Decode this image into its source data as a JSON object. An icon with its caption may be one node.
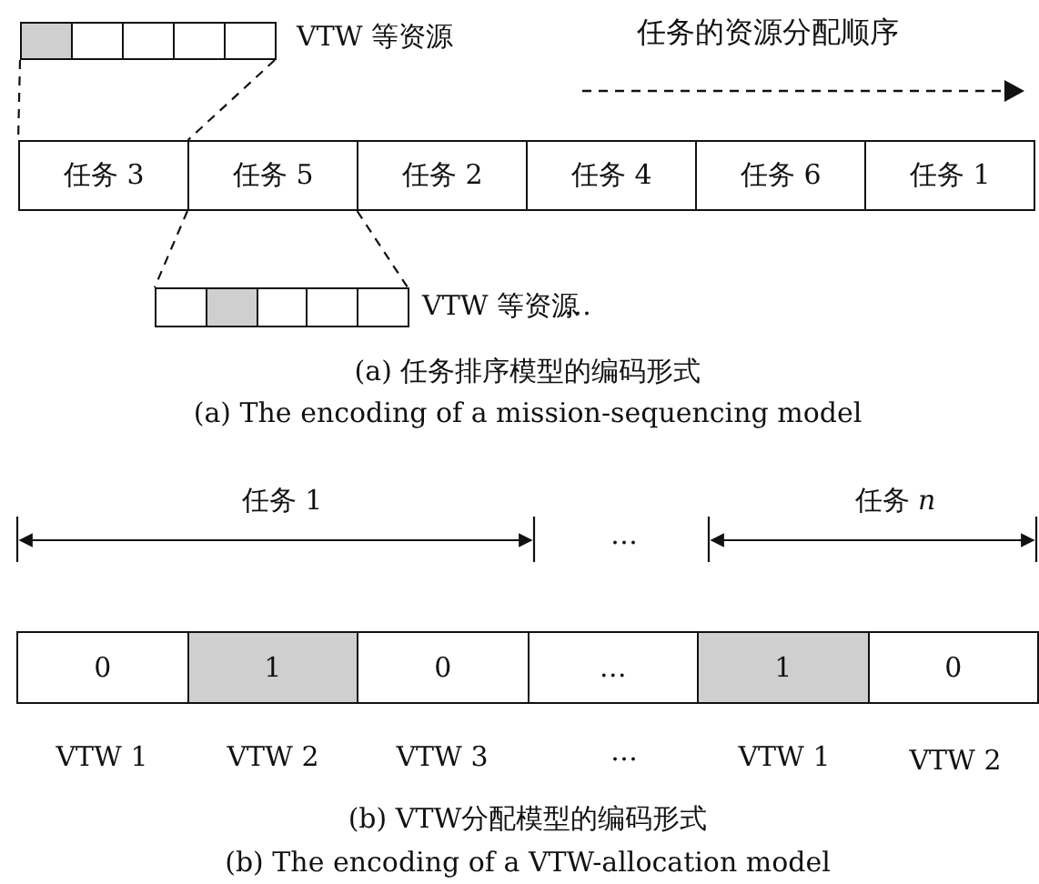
{
  "diagram": {
    "nodes": [
      {
        "text": [],
        "shape": "bar",
        "beside": [
          "VTW 等资源"
        ]
      },
      {
        "text": [
          "任务 3"
        ]
      },
      {
        "text": [
          "任务 5"
        ]
      },
      {
        "text": [
          "任务 2"
        ]
      },
      {
        "text": [
          "任务 4"
        ]
      },
      {
        "text": [
          "任务 6"
        ]
      },
      {
        "text": [
          "任务 1"
        ]
      },
      {
        "text": [],
        "shape": "bar",
        "beside": [
          "VTW 等资源",
          "…"
        ]
      },
      {
        "text": [
          "0"
        ]
      },
      {
        "text": [
          "1"
        ]
      },
      {
        "text": [
          "0"
        ]
      },
      {
        "text": [
          "…"
        ]
      },
      {
        "text": [
          "1"
        ]
      },
      {
        "text": [
          "0"
        ]
      }
    ],
    "edges": [
      {
        "from": 0,
        "to": 1,
        "arrow": "none",
        "style": "dashed"
      },
      {
        "from": 0,
        "to": 1,
        "arrow": "none",
        "style": "dashed"
      },
      {
        "from": 2,
        "to": 7,
        "arrow": "none",
        "style": "dashed"
      },
      {
        "from": 2,
        "to": 7,
        "arrow": "none",
        "style": "dashed"
      }
    ],
    "labels": [
      "任务的资源分配顺序",
      "(a) 任务排序模型的编码形式",
      "(a) The encoding of a mission-sequencing model",
      "任务 1",
      "…",
      "任务 *n*",
      "VTW 1",
      "VTW 2",
      "VTW 3",
      "…",
      "VTW 1",
      "VTW 2",
      "(b) VTW分配模型的编码形式",
      "(b) The encoding of a VTW-allocation model"
    ]
  }
}
